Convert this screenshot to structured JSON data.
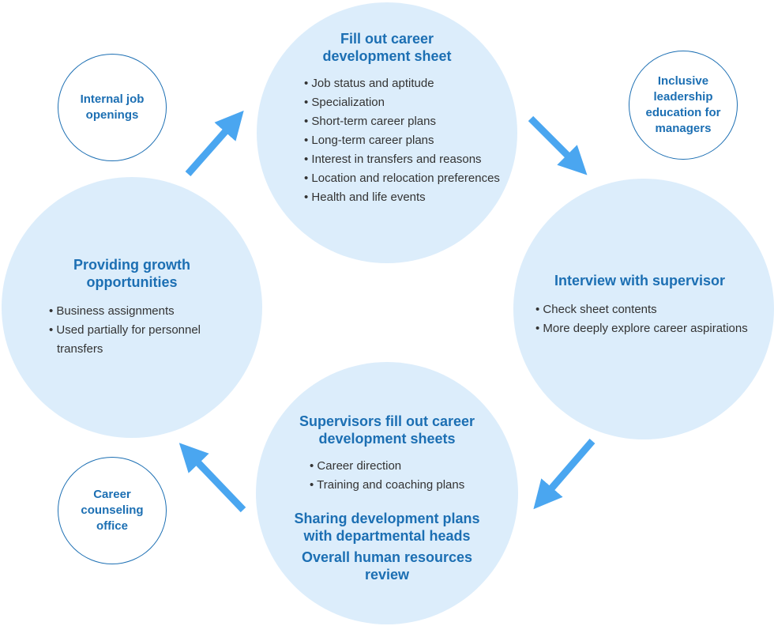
{
  "colors": {
    "accent": "#1c6fb3",
    "circle_fill": "#dcedfb",
    "arrow": "#4aa6f0",
    "text": "#333333"
  },
  "top": {
    "title": "Fill out career\ndevelopment sheet",
    "items": [
      "Job status and aptitude",
      "Specialization",
      "Short-term career plans",
      "Long-term career plans",
      "Interest in transfers and reasons",
      "Location and relocation preferences",
      "Health and life events"
    ]
  },
  "right": {
    "title": "Interview with supervisor",
    "items": [
      "Check sheet contents",
      "More deeply explore career aspirations"
    ]
  },
  "bottom": {
    "title": "Supervisors fill out career\ndevelopment sheets",
    "items": [
      "Career direction",
      "Training and coaching plans"
    ],
    "subtitle1": "Sharing development plans\nwith departmental heads",
    "subtitle2": "Overall human resources\nreview"
  },
  "left": {
    "title": "Providing growth\nopportunities",
    "items": [
      "Business assignments",
      "Used partially for personnel transfers"
    ]
  },
  "small": {
    "top_left": "Internal job\nopenings",
    "top_right": "Inclusive\nleadership\neducation for\nmanagers",
    "bottom_left": "Career\ncounseling\noffice"
  }
}
